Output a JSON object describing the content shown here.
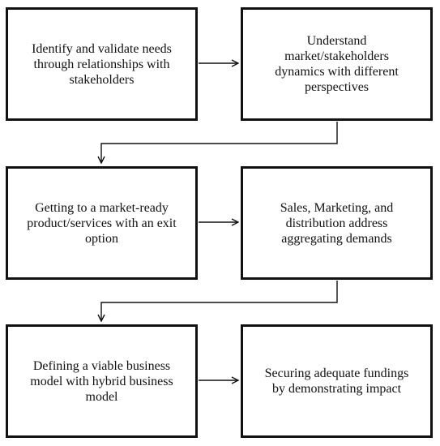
{
  "diagram": {
    "boxes": [
      {
        "id": "b1",
        "text": "Identify and validate needs\nthrough relationships with\nstakeholders"
      },
      {
        "id": "b2",
        "text": "Understand\nmarket/stakeholders\ndynamics with different\nperspectives"
      },
      {
        "id": "b3",
        "text": "Getting to a  market-ready\nproduct/services with an exit\noption"
      },
      {
        "id": "b4",
        "text": "Sales, Marketing, and\ndistribution address\naggregating demands"
      },
      {
        "id": "b5",
        "text": "Defining a viable business\nmodel with hybrid business\nmodel"
      },
      {
        "id": "b6",
        "text": "Securing adequate fundings\nby demonstrating impact"
      }
    ],
    "colors": {
      "stroke": "#111111",
      "background": "#ffffff"
    }
  }
}
